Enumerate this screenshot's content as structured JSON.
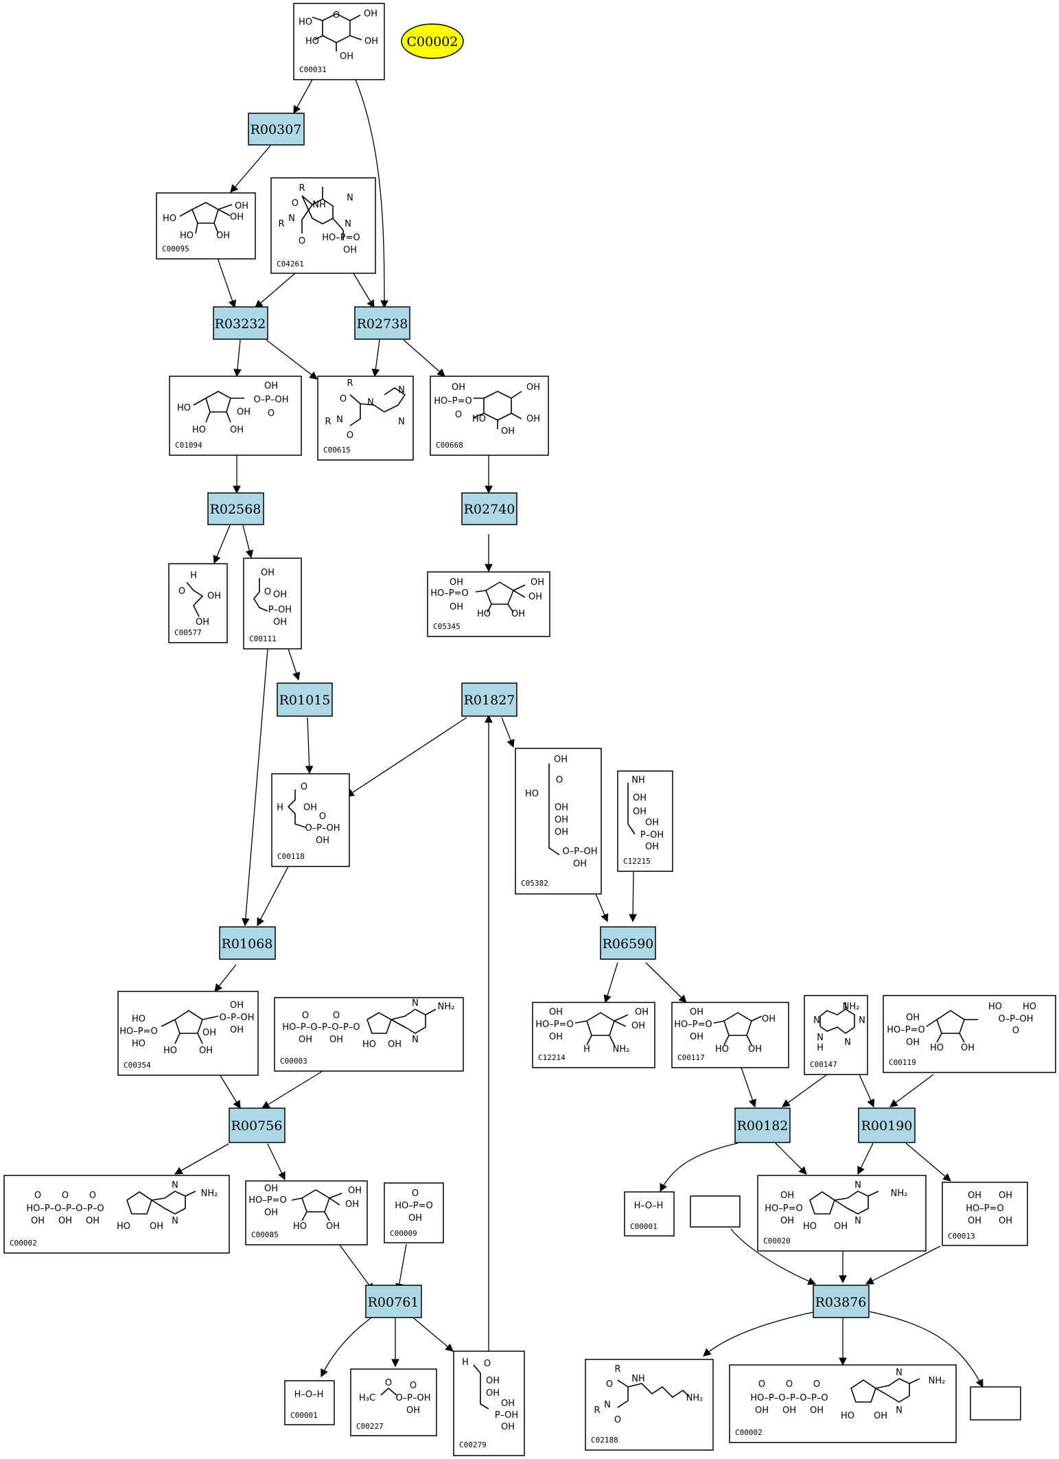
{
  "highlight": {
    "id": "C00002",
    "color": "#ffff00"
  },
  "reaction_color": "#add8e6",
  "reactions": [
    {
      "id": "R00307"
    },
    {
      "id": "R03232"
    },
    {
      "id": "R02738"
    },
    {
      "id": "R02568"
    },
    {
      "id": "R02740"
    },
    {
      "id": "R01015"
    },
    {
      "id": "R01827"
    },
    {
      "id": "R01068"
    },
    {
      "id": "R06590"
    },
    {
      "id": "R00756"
    },
    {
      "id": "R00182"
    },
    {
      "id": "R00190"
    },
    {
      "id": "R00761"
    },
    {
      "id": "R03876"
    }
  ],
  "compounds": [
    {
      "id": "C00031"
    },
    {
      "id": "C00095"
    },
    {
      "id": "C04261"
    },
    {
      "id": "C01094"
    },
    {
      "id": "C00615"
    },
    {
      "id": "C00668"
    },
    {
      "id": "C00577"
    },
    {
      "id": "C00111"
    },
    {
      "id": "C05345"
    },
    {
      "id": "C00118"
    },
    {
      "id": "C05382"
    },
    {
      "id": "C12215"
    },
    {
      "id": "C00354"
    },
    {
      "id": "C00003"
    },
    {
      "id": "C12214"
    },
    {
      "id": "C00117"
    },
    {
      "id": "C00147"
    },
    {
      "id": "C00119"
    },
    {
      "id": "C00002"
    },
    {
      "id": "C00085"
    },
    {
      "id": "C00009"
    },
    {
      "id": "C00001"
    },
    {
      "id": "C00020"
    },
    {
      "id": "C00013"
    },
    {
      "id": "C00001"
    },
    {
      "id": "C00227"
    },
    {
      "id": "C00279"
    },
    {
      "id": "C02188"
    },
    {
      "id": "C00002"
    },
    {
      "id": ""
    },
    {
      "id": ""
    }
  ],
  "chem": {
    "OH": "OH",
    "HO": "HO",
    "HO_P": "HO–P=O",
    "P_OH": "P–OH",
    "OP_OH": "O–P–OH",
    "NH2": "NH₂",
    "O": "O",
    "N": "N",
    "NH": "NH",
    "R": "R",
    "H": "H",
    "HN": "HN",
    "H3C": "H₃C",
    "H2O": "H–O–H",
    "phos_chain": "HO–P–O–P–O–P–O",
    "adenine": "adenine",
    "ribose": "ribose"
  }
}
